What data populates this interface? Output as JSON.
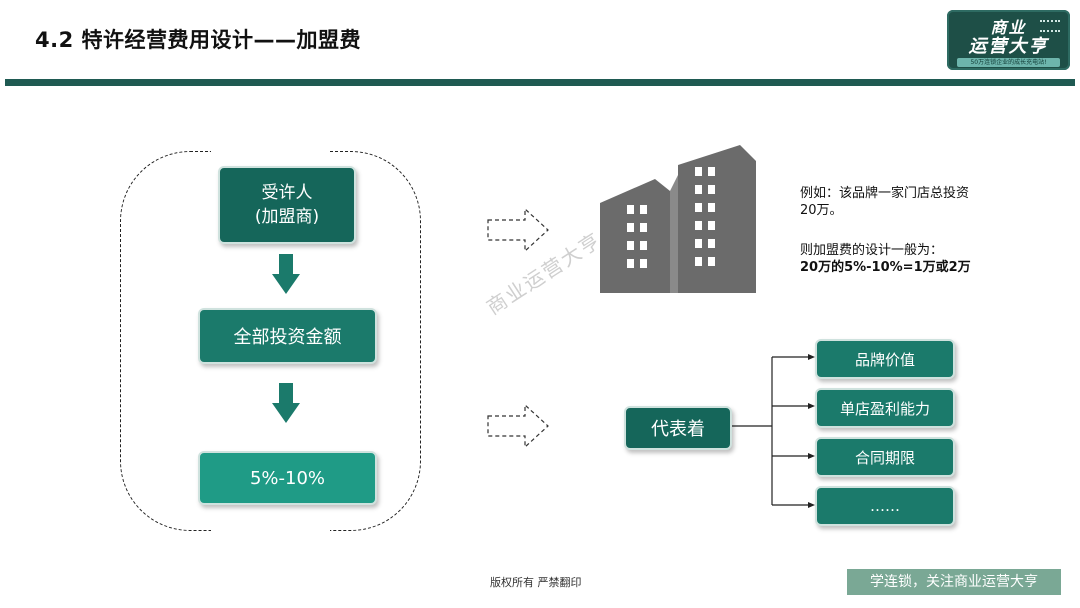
{
  "header": {
    "title": "4.2 特许经营费用设计——加盟费"
  },
  "logo": {
    "line1": "商业",
    "line2": "运营大亨",
    "tagline": "50万连锁企业的成长充电站!"
  },
  "flow": {
    "box1_line1": "受许人",
    "box1_line2": "(加盟商)",
    "box2": "全部投资金额",
    "box3": "5%-10%"
  },
  "example": {
    "line1": "例如：该品牌一家门店总投资",
    "line2": "20万。",
    "line3": "则加盟费的设计一般为：",
    "line4": "20万的5%-10%=1万或2万"
  },
  "meaning": {
    "center": "代表着",
    "items": [
      "品牌价值",
      "单店盈利能力",
      "合同期限",
      "……"
    ]
  },
  "watermark": "商业运营大亨",
  "footer": {
    "copyright": "版权所有 严禁翻印",
    "slogan": "学连锁，关注商业运营大亨"
  },
  "colors": {
    "accent_dark": "#15665a",
    "accent": "#1b7a6b",
    "accent_light": "#1f9b86",
    "topbar": "#1f5a52",
    "footer_bg": "#7aa895"
  },
  "icons": [
    "building-icon",
    "hollow-right-arrow-icon",
    "down-arrow-icon"
  ]
}
